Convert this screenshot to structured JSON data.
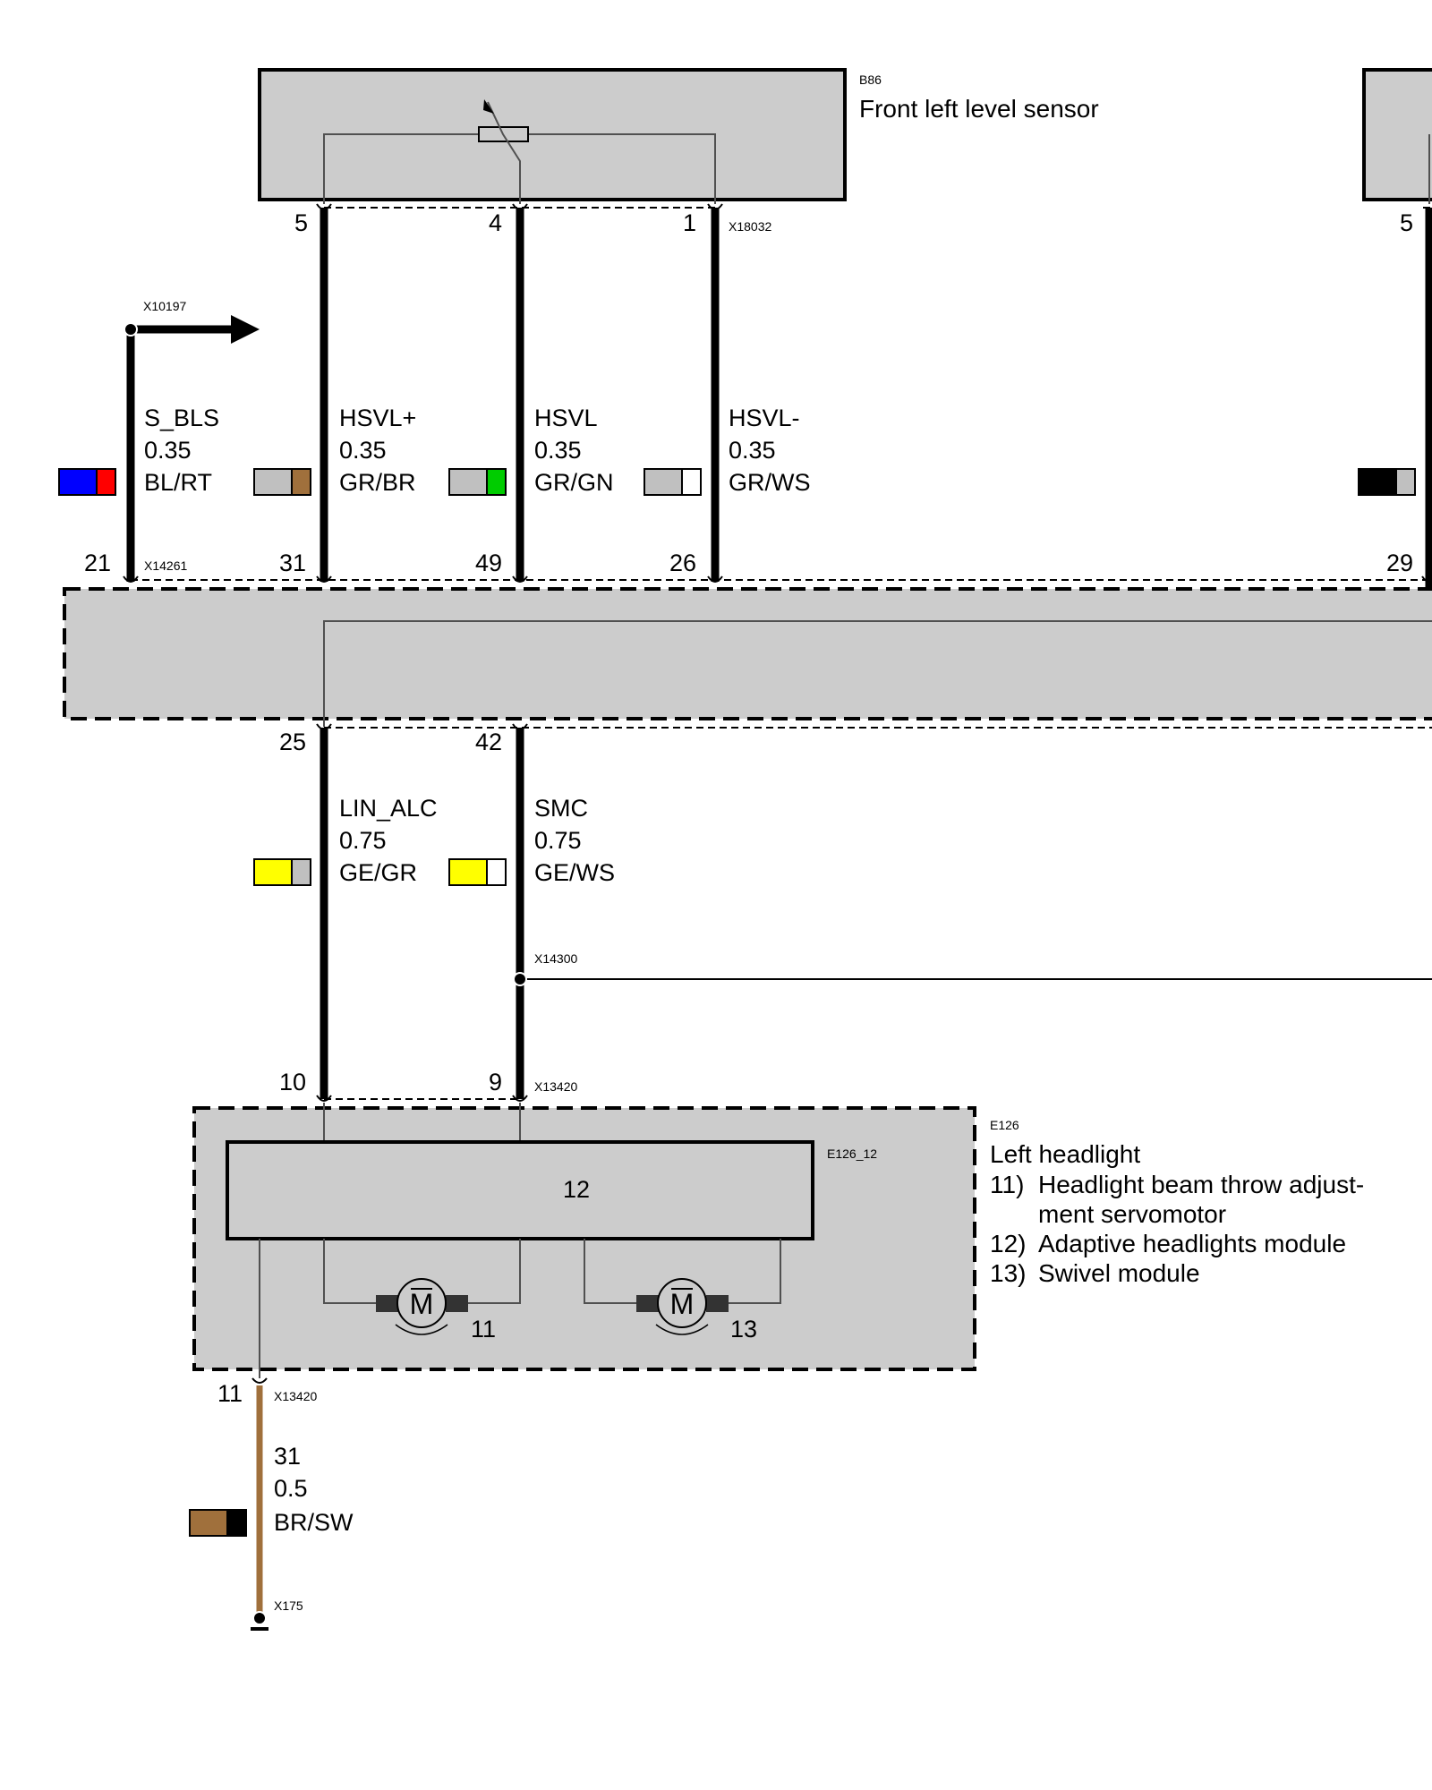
{
  "components": {
    "level_sensor": {
      "id": "B86",
      "name": "Front left level sensor"
    },
    "headlight": {
      "id": "E126",
      "name": "Left headlight",
      "legend": [
        {
          "num": "11)",
          "lines": [
            "Headlight beam throw adjust-",
            "ment servomotor"
          ]
        },
        {
          "num": "12)",
          "lines": [
            "Adaptive headlights module"
          ]
        },
        {
          "num": "13)",
          "lines": [
            "Swivel module"
          ]
        }
      ],
      "module_id": "E126_12",
      "module_label": "12",
      "motor_11_label": "11",
      "motor_13_label": "13"
    }
  },
  "connectors": {
    "sensor": "X18032",
    "branch": "X10197",
    "ecu_top_left": "X14261",
    "splice": "X14300",
    "headlight_top": "X13420",
    "headlight_bottom": "X13420",
    "ground": "X175"
  },
  "pins": {
    "sensor": [
      "5",
      "4",
      "1"
    ],
    "sensor_right": "5",
    "ecu_top": [
      "21",
      "31",
      "49",
      "26",
      "29"
    ],
    "ecu_bottom": [
      "25",
      "42"
    ],
    "headlight_top": [
      "10",
      "9"
    ],
    "headlight_bottom": "11"
  },
  "wires": [
    {
      "signal": "S_BLS",
      "gauge": "0.35",
      "color_code": "BL/RT",
      "colors": [
        "#0000ff",
        "#ff0000"
      ]
    },
    {
      "signal": "HSVL+",
      "gauge": "0.35",
      "color_code": "GR/BR",
      "colors": [
        "#c0c0c0",
        "#a0703c"
      ]
    },
    {
      "signal": "HSVL",
      "gauge": "0.35",
      "color_code": "GR/GN",
      "colors": [
        "#c0c0c0",
        "#00cc00"
      ]
    },
    {
      "signal": "HSVL-",
      "gauge": "0.35",
      "color_code": "GR/WS",
      "colors": [
        "#c0c0c0",
        "#ffffff"
      ]
    },
    {
      "signal": "LIN_ALC",
      "gauge": "0.75",
      "color_code": "GE/GR",
      "colors": [
        "#ffff00",
        "#c0c0c0"
      ]
    },
    {
      "signal": "SMC",
      "gauge": "0.75",
      "color_code": "GE/WS",
      "colors": [
        "#ffff00",
        "#ffffff"
      ]
    },
    {
      "signal": "31",
      "gauge": "0.5",
      "color_code": "BR/SW",
      "colors": [
        "#a0703c",
        "#000000"
      ]
    }
  ],
  "right_edge_swatch_colors": [
    "#000000",
    "#c0c0c0"
  ],
  "colors": {
    "housing_fill": "#cccccc",
    "ground_wire": "#a0703c"
  }
}
